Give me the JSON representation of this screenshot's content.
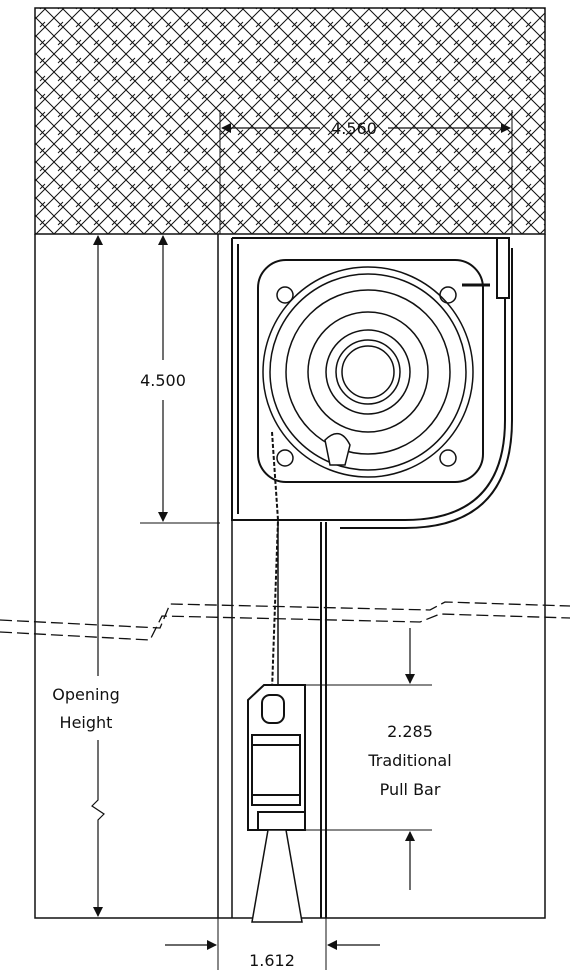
{
  "dimensions": {
    "header_width": "4.560",
    "hood_height": "4.500",
    "opening_height_line1": "Opening",
    "opening_height_line2": "Height",
    "pull_bar_value": "2.285",
    "pull_bar_line1": "Traditional",
    "pull_bar_line2": "Pull Bar",
    "bottom_width": "1.612"
  }
}
